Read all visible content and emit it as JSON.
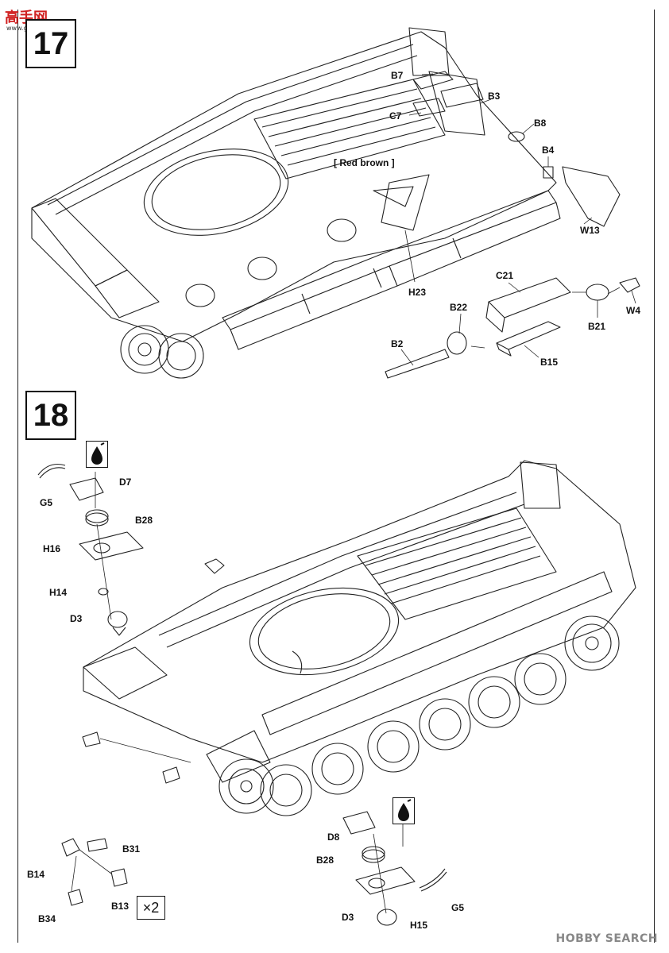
{
  "watermark_top": {
    "cn": "高手网",
    "url": "www.gaoshou.com"
  },
  "steps": [
    {
      "number": "17",
      "callout": "[ Red brown ]",
      "labels": [
        "B7",
        "B3",
        "C7",
        "B8",
        "B4",
        "W13",
        "H23",
        "C21",
        "B22",
        "W4",
        "B21",
        "B2",
        "B15"
      ]
    },
    {
      "number": "18",
      "labels": [
        "D7",
        "G5",
        "B28",
        "H16",
        "H14",
        "D3",
        "D8",
        "B28",
        "B31",
        "B14",
        "B13",
        "B34",
        "G5",
        "D3",
        "H15"
      ],
      "multiplier": "×2"
    }
  ],
  "watermark_bottom": "HOBBY SEARCH",
  "colors": {
    "line": "#222222",
    "paper": "#ffffff",
    "watermark_red": "#d02020"
  },
  "icons": [
    "paint-drop-icon",
    "tank-hull-drawing",
    "arrow-rotate-icon"
  ]
}
